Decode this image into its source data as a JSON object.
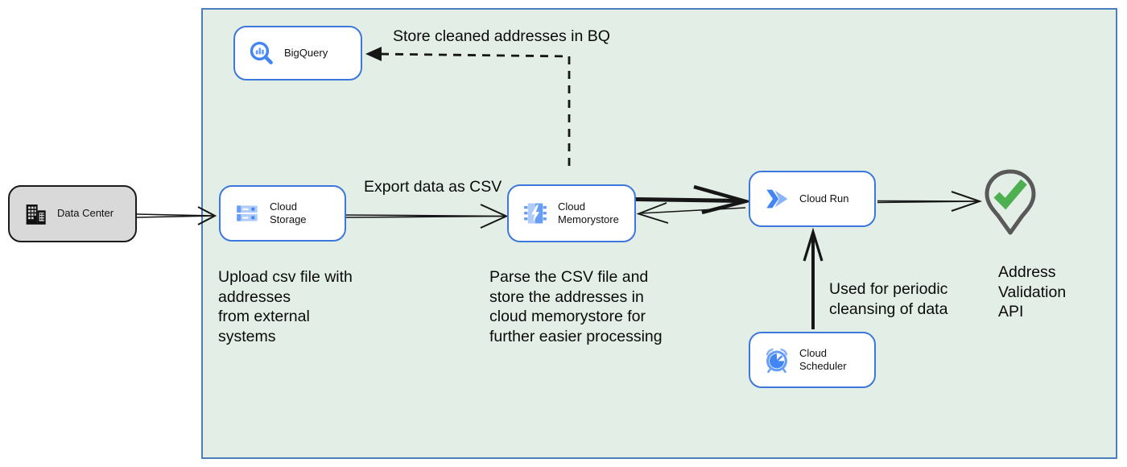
{
  "colors": {
    "boundary_fill": "#e3efe6",
    "boundary_border": "#4a7ebd",
    "node_border": "#3b77dd",
    "node_fill": "#ffffff",
    "datacenter_fill": "#d9d9d9",
    "datacenter_border": "#1a1a1a",
    "edge": "#161616",
    "google_blue": "#4285f4",
    "blue_light": "#8ab4f8",
    "blue_pale": "#aecbfa",
    "check_green": "#4caf50",
    "pin_gray": "#595959",
    "text": "#0d0d0d"
  },
  "nodes": {
    "data_center": {
      "label": "Data Center",
      "icon": "building-icon"
    },
    "bigquery": {
      "label": "BigQuery",
      "icon": "bigquery-icon"
    },
    "cloud_storage": {
      "label": "Cloud Storage",
      "icon": "cloud-storage-icon"
    },
    "cloud_memorystore": {
      "label": "Cloud Memorystore",
      "icon": "memorystore-icon"
    },
    "cloud_run": {
      "label": "Cloud Run",
      "icon": "cloud-run-icon"
    },
    "cloud_scheduler": {
      "label": "Cloud Scheduler",
      "icon": "cloud-scheduler-icon"
    },
    "address_validation": {
      "label": "Address Validation\nAPI",
      "icon": "map-pin-check-icon"
    }
  },
  "annotations": {
    "store_bq": "Store cleaned addresses in BQ",
    "export_csv": "Export data as CSV",
    "upload_note": "Upload csv file with\naddresses\nfrom external\nsystems",
    "parse_note": "Parse the CSV file and\nstore the addresses in\ncloud  memorystore for\nfurther easier processing",
    "periodic_note": "Used for periodic\ncleansing of data"
  }
}
